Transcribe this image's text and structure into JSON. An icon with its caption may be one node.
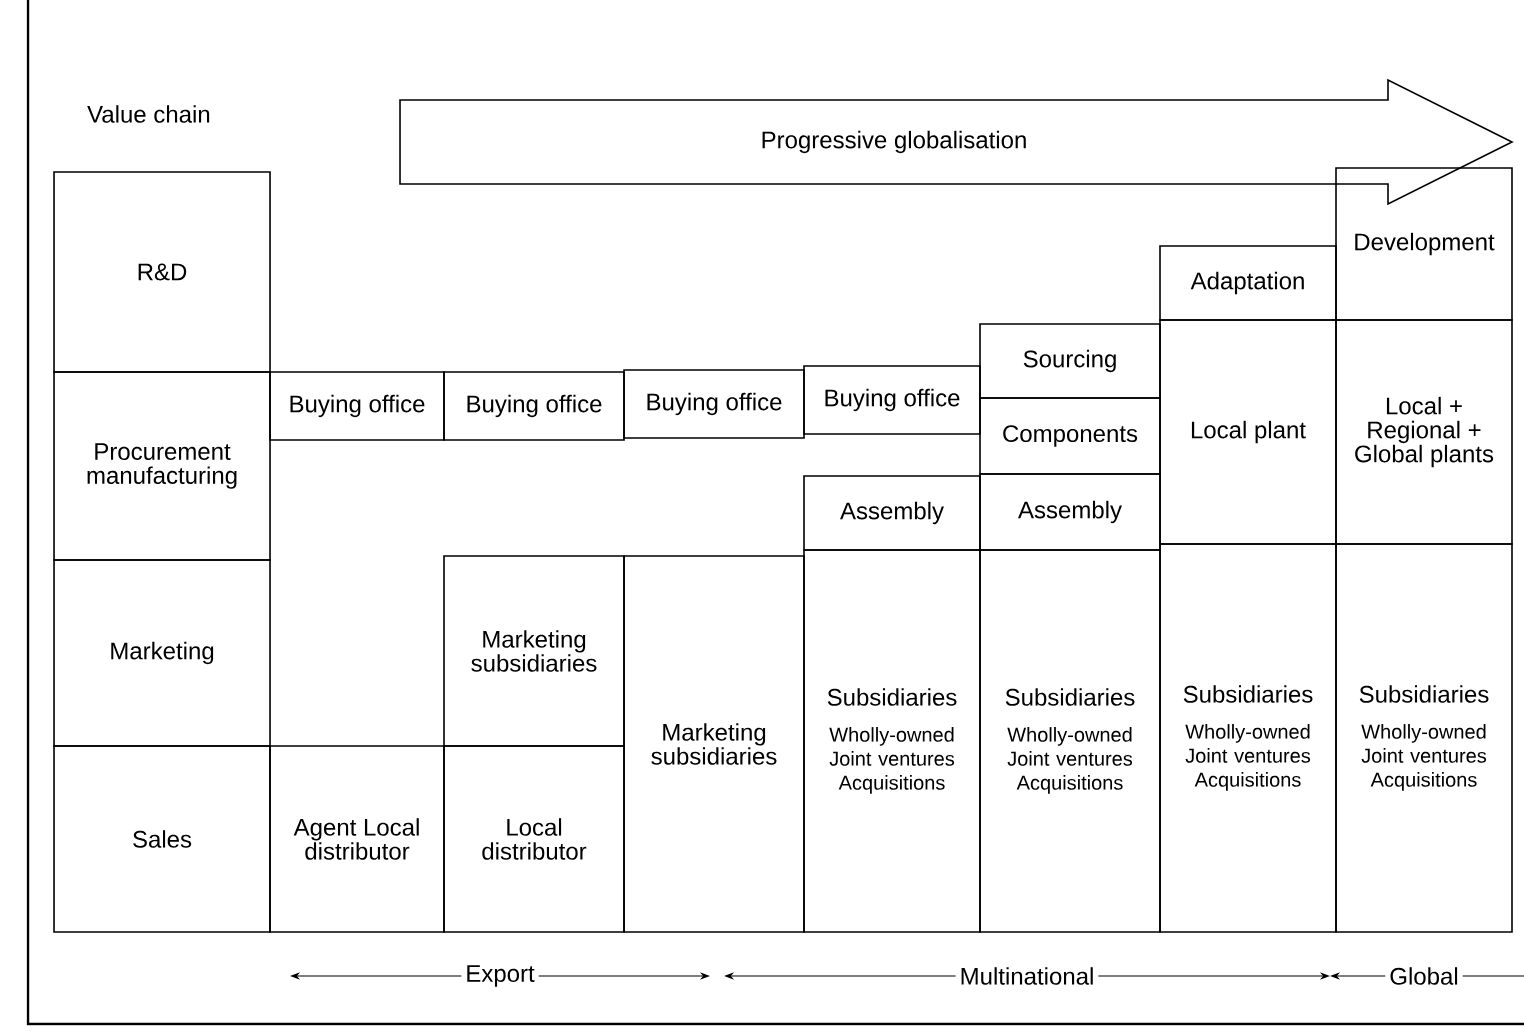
{
  "diagram": {
    "nodes": [
      {
        "text": [
          "Progressive globalisation"
        ]
      },
      {
        "text": [
          "R&D"
        ]
      },
      {
        "text": [
          "Procurement manufacturing"
        ]
      },
      {
        "text": [
          "Marketing"
        ]
      },
      {
        "text": [
          "Sales"
        ]
      },
      {
        "text": [
          "Buying office"
        ]
      },
      {
        "text": [
          "Buying office"
        ]
      },
      {
        "text": [
          "Buying office"
        ]
      },
      {
        "text": [
          "Buying office"
        ]
      },
      {
        "text": [
          "Agent Local distributor"
        ]
      },
      {
        "text": [
          "Marketing subsidiaries"
        ]
      },
      {
        "text": [
          "Local distributor"
        ]
      },
      {
        "text": [
          "Marketing subsidiaries"
        ]
      },
      {
        "text": [
          "Assembly"
        ]
      },
      {
        "text": [
          "Subsidiaries",
          "Wholly-owned Joint ventures Acquisitions"
        ]
      },
      {
        "text": [
          "Sourcing"
        ]
      },
      {
        "text": [
          "Components"
        ]
      },
      {
        "text": [
          "Assembly"
        ]
      },
      {
        "text": [
          "Subsidiaries",
          "Wholly-owned Joint ventures Acquisitions"
        ]
      },
      {
        "text": [
          "Adaptation"
        ]
      },
      {
        "text": [
          "Local plant"
        ]
      },
      {
        "text": [
          "Subsidiaries",
          "Wholly-owned Joint ventures Acquisitions"
        ]
      },
      {
        "text": [
          "Development"
        ]
      },
      {
        "text": [
          "Local + Regional + Global plants"
        ]
      },
      {
        "text": [
          "Subsidiaries",
          "Wholly-owned Joint ventures Acquisitions"
        ]
      }
    ],
    "labels": [
      "Value chain",
      "Export",
      "Multinational",
      "Global"
    ]
  }
}
